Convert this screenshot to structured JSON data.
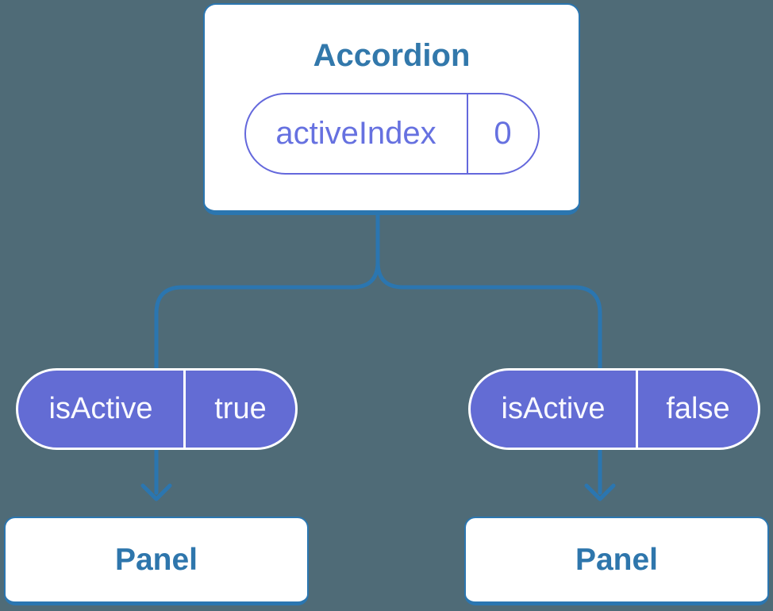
{
  "diagram": {
    "root": {
      "title": "Accordion",
      "state_pill": {
        "name": "activeIndex",
        "value": "0"
      }
    },
    "branches": [
      {
        "prop_pill": {
          "name": "isActive",
          "value": "true"
        },
        "child": {
          "title": "Panel"
        }
      },
      {
        "prop_pill": {
          "name": "isActive",
          "value": "false"
        },
        "child": {
          "title": "Panel"
        }
      }
    ]
  },
  "colors": {
    "background": "#4F6B77",
    "connector": "#2B76B0",
    "card_fill": "#FFFFFF",
    "card_border": "#2B76B0",
    "card_text": "#3278AB",
    "state_pill_border": "#6468DC",
    "state_pill_text": "#6671E0",
    "prop_pill_fill": "#636CD4",
    "prop_pill_border": "#FFFFFF",
    "prop_pill_text": "#FAFAFF"
  }
}
